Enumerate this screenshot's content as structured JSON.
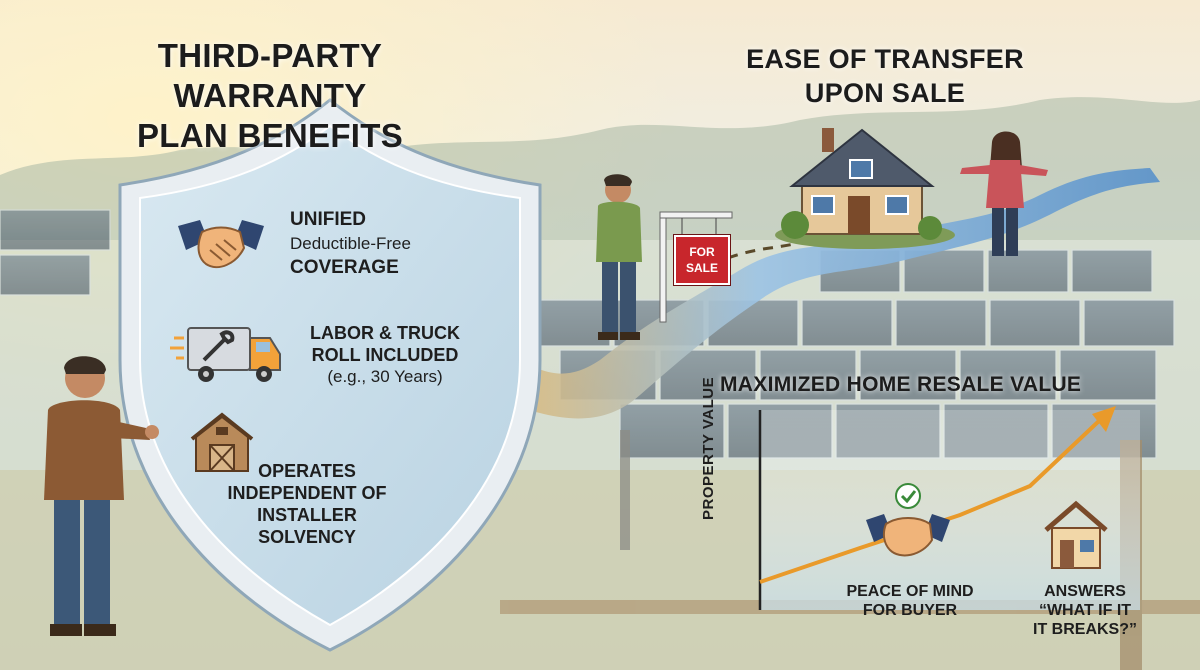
{
  "left_panel": {
    "title_line1": "THIRD-PARTY WARRANTY",
    "title_line2": "PLAN BENEFITS",
    "features": [
      {
        "icon": "handshake-icon",
        "line1": "UNIFIED",
        "line2": "Deductible-Free",
        "line3": "COVERAGE"
      },
      {
        "icon": "service-truck-icon",
        "line1": "LABOR & TRUCK",
        "line2": "ROLL INCLUDED",
        "line3": "(e.g., 30 Years)"
      },
      {
        "icon": "barn-icon",
        "line1": "OPERATES",
        "line2": "INDEPENDENT OF",
        "line3": "INSTALLER",
        "line4": "SOLVENCY"
      }
    ]
  },
  "transfer_panel": {
    "title_line1": "EASE OF TRANSFER",
    "title_line2": "UPON SALE",
    "sign_line1": "FOR",
    "sign_line2": "SALE"
  },
  "chart_panel": {
    "title": "MAXIMIZED HOME RESALE VALUE",
    "ylabel": "PROPERTY VALUE",
    "captions": [
      {
        "icon": "handshake-check-icon",
        "line1": "PEACE OF MIND",
        "line2": "FOR BUYER"
      },
      {
        "icon": "house-icon",
        "line1": "ANSWERS",
        "line2": "“WHAT IF IT",
        "line3": "IT BREAKS?”"
      }
    ]
  },
  "colors": {
    "sky_top": "#f3e3c4",
    "trend_arrow": "#e99a2a",
    "sign_red": "#c8262c",
    "shield_blue": "#b9d6e6"
  }
}
